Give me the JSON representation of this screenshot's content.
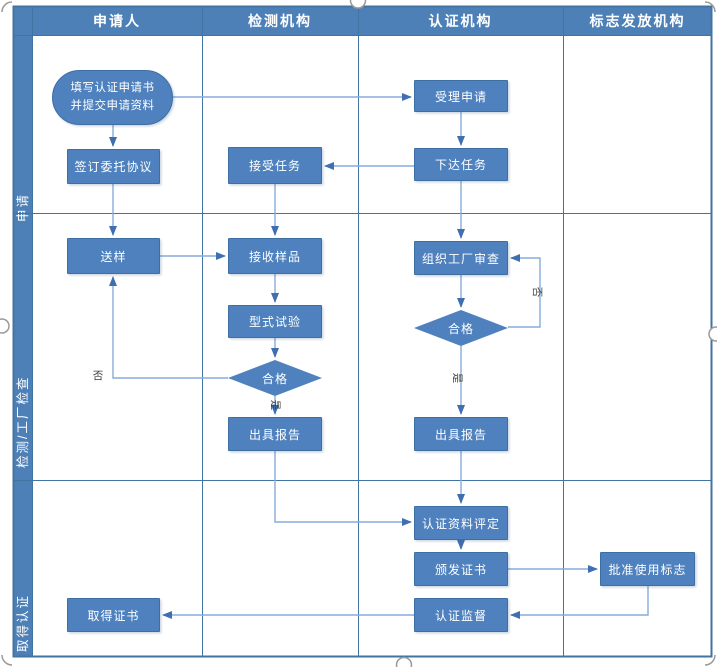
{
  "columns": [
    {
      "label": "申请人"
    },
    {
      "label": "检测机构"
    },
    {
      "label": "认证机构"
    },
    {
      "label": "标志发放机构"
    }
  ],
  "lanes": [
    {
      "label": "申请"
    },
    {
      "label": "检测/工厂检查"
    },
    {
      "label": "取得认证"
    }
  ],
  "nodes": {
    "start": {
      "label_line1": "填写认证申请书",
      "label_line2": "并提交申请资料"
    },
    "sign_agreement": {
      "label": "签订委托协议"
    },
    "accept_task": {
      "label": "接受任务"
    },
    "accept_application": {
      "label": "受理申请"
    },
    "issue_task": {
      "label": "下达任务"
    },
    "send_sample": {
      "label": "送样"
    },
    "receive_sample": {
      "label": "接收样品"
    },
    "type_test": {
      "label": "型式试验"
    },
    "test_qualified": {
      "label": "合格"
    },
    "issue_report_test": {
      "label": "出具报告"
    },
    "factory_review": {
      "label": "组织工厂审查"
    },
    "review_qualified": {
      "label": "合格"
    },
    "issue_report_review": {
      "label": "出具报告"
    },
    "assess_materials": {
      "label": "认证资料评定"
    },
    "grant_certificate": {
      "label": "颁发证书"
    },
    "cert_supervision": {
      "label": "认证监督"
    },
    "approve_mark": {
      "label": "批准使用标志"
    },
    "obtain_certificate": {
      "label": "取得证书"
    }
  },
  "edge_labels": {
    "test_no": "否",
    "test_yes": "是",
    "review_no": "否",
    "review_yes": "是"
  },
  "colors": {
    "band": "#4e80b8",
    "node_fill": "#4e81bd",
    "node_border": "#3e6fa3",
    "grid": "#4173a3",
    "connector": "#85acdb",
    "arrow": "#3f6fb0",
    "edge_label": "#3d3d3d"
  }
}
